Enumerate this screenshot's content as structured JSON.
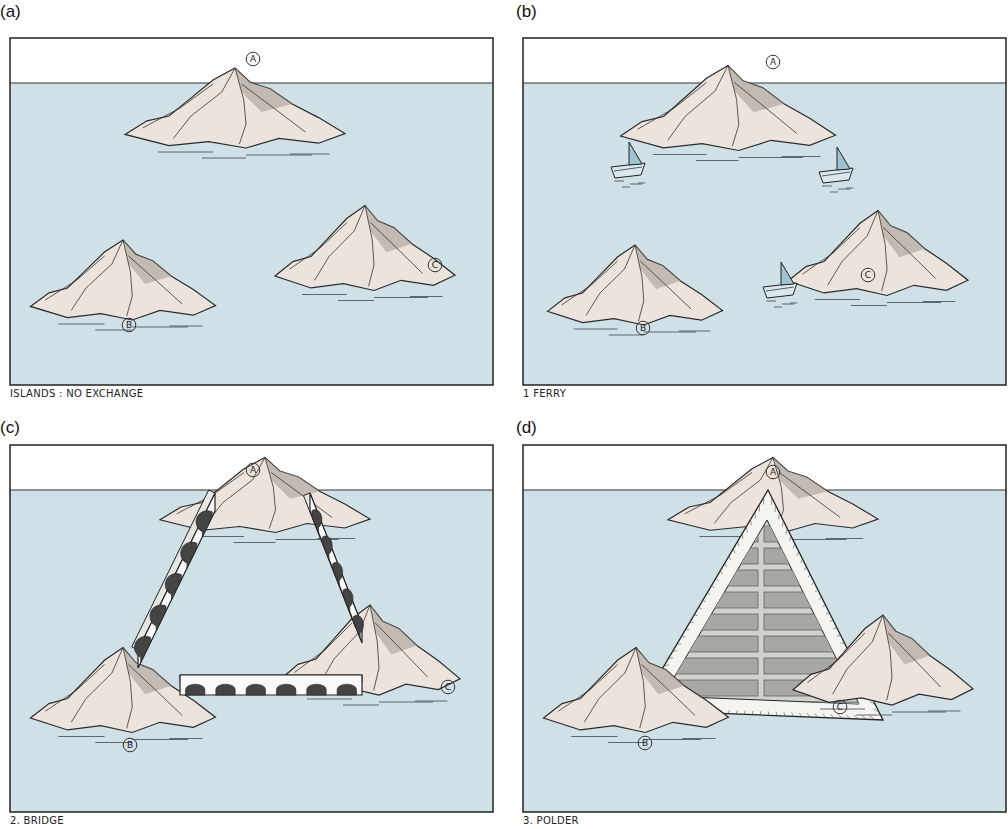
{
  "diagram": {
    "nodes": [
      {
        "text": [
          "A"
        ]
      },
      {
        "text": [
          "B"
        ]
      },
      {
        "text": [
          "C"
        ]
      },
      {
        "text": [
          "A"
        ]
      },
      {
        "text": [
          "B"
        ]
      },
      {
        "text": [
          "C"
        ]
      },
      {
        "text": [
          "A"
        ]
      },
      {
        "text": [
          "B"
        ]
      },
      {
        "text": [
          "C"
        ]
      },
      {
        "text": [
          "A"
        ]
      },
      {
        "text": [
          "B"
        ]
      },
      {
        "text": [
          "C"
        ]
      }
    ],
    "labels": [
      "(a)",
      "ISLANDS : NO EXCHANGE",
      "(b)",
      "1 FERRY",
      "(c)",
      "2. BRIDGE",
      "(d)",
      "3. POLDER"
    ]
  }
}
